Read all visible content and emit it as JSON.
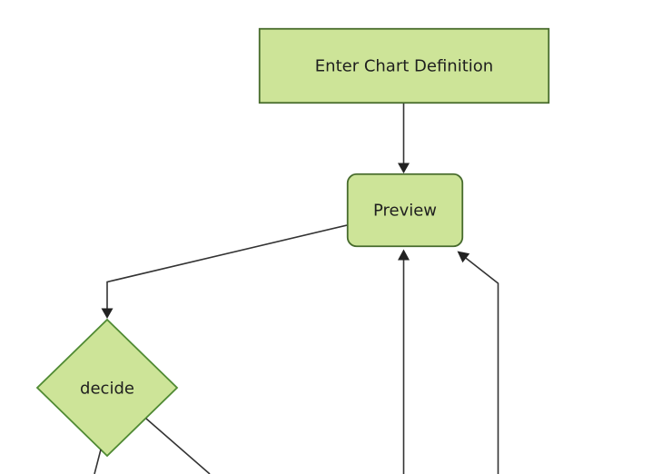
{
  "diagram": {
    "type": "flowchart",
    "direction": "top-down",
    "nodes": [
      {
        "id": "enter-chart-definition",
        "label": "Enter Chart Definition",
        "shape": "rectangle"
      },
      {
        "id": "preview",
        "label": "Preview",
        "shape": "rounded-rectangle"
      },
      {
        "id": "decide",
        "label": "decide",
        "shape": "diamond"
      }
    ],
    "edges": [
      {
        "from": "enter-chart-definition",
        "to": "preview",
        "arrowhead": true
      },
      {
        "from": "preview",
        "to": "decide",
        "arrowhead": true
      },
      {
        "from": "offscreen-bottom",
        "to": "preview",
        "arrowhead": true
      },
      {
        "from": "offscreen-bottom-right",
        "to": "preview",
        "arrowhead": true
      },
      {
        "from": "decide",
        "to": "offscreen-bottom-left",
        "arrowhead": false
      },
      {
        "from": "decide",
        "to": "offscreen-bottom-right",
        "arrowhead": false
      }
    ]
  },
  "colors": {
    "background": "#ffffff",
    "node-fill": "#cde498",
    "node-stroke": "#476b2d",
    "diamond-stroke": "#4f8a33",
    "edge": "#333333",
    "arrow": "#222222",
    "text": "#1f1f1f"
  }
}
